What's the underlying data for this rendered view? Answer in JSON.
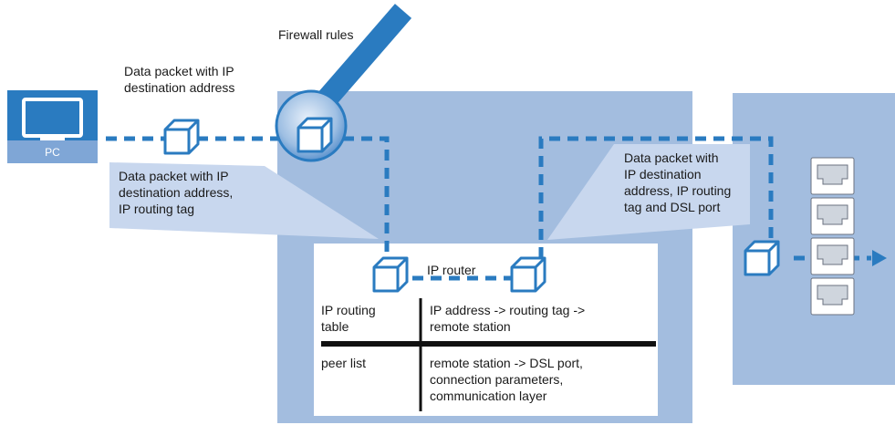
{
  "labels": {
    "firewall_rules": "Firewall rules",
    "packet_top": [
      "Data packet with IP",
      "destination address"
    ],
    "packet_left": [
      "Data packet with IP",
      "destination address,",
      "IP routing tag"
    ],
    "packet_right": [
      "Data packet with",
      "IP destination",
      "address, IP routing",
      "tag and DSL port"
    ],
    "pc": "PC",
    "ip_router": "IP router"
  },
  "table": {
    "row1": {
      "left": [
        "IP routing",
        "table"
      ],
      "right": [
        "IP address -> routing tag ->",
        "remote station"
      ]
    },
    "row2": {
      "left": [
        "peer list"
      ],
      "right": [
        "remote station -> DSL port,",
        "connection parameters,",
        "communication layer"
      ]
    }
  },
  "colors": {
    "panel": "#a3bddf",
    "callout": "#c8d7ee",
    "accent": "#2a7bc0",
    "ports_count": 4
  }
}
